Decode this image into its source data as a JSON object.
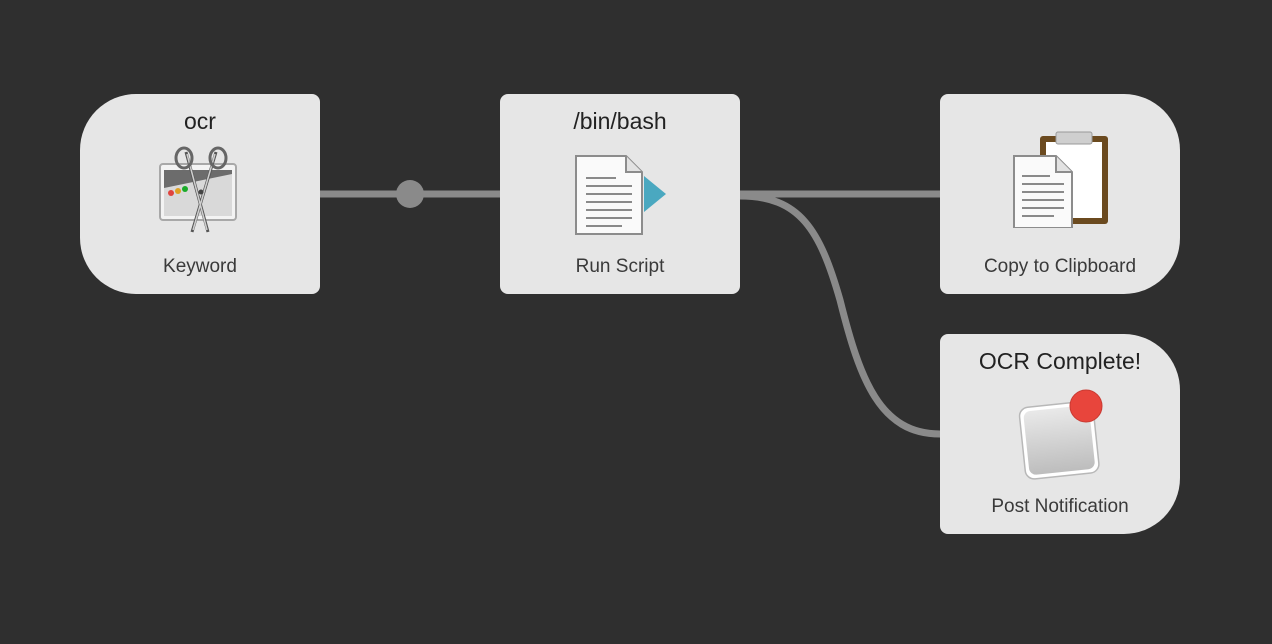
{
  "workflow": {
    "nodes": [
      {
        "title": "ocr",
        "label": "Keyword",
        "icon": "scissors-screenshot-icon"
      },
      {
        "title": "/bin/bash",
        "label": "Run Script",
        "icon": "script-document-icon"
      },
      {
        "title": "",
        "label": "Copy to Clipboard",
        "icon": "clipboard-icon"
      },
      {
        "title": "OCR Complete!",
        "label": "Post Notification",
        "icon": "notification-icon"
      }
    ]
  },
  "colors": {
    "background": "#2f2f2f",
    "node": "#e6e6e6",
    "wire": "#8a8a8a",
    "accent_script": "#4aa8c0",
    "notification_badge": "#e8453c",
    "clipboard_board": "#6b4a1f"
  }
}
